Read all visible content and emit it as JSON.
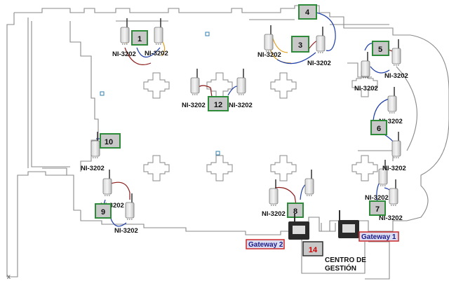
{
  "device_model": "NI-3202",
  "nodes": [
    {
      "id": "1",
      "label": "1"
    },
    {
      "id": "3",
      "label": "3"
    },
    {
      "id": "4",
      "label": "4"
    },
    {
      "id": "5",
      "label": "5"
    },
    {
      "id": "6",
      "label": "6"
    },
    {
      "id": "7",
      "label": "7"
    },
    {
      "id": "8",
      "label": "8"
    },
    {
      "id": "9",
      "label": "9"
    },
    {
      "id": "10",
      "label": "10"
    },
    {
      "id": "12",
      "label": "12"
    },
    {
      "id": "14",
      "label": "14"
    }
  ],
  "gateways": {
    "gateway1": "Gateway 1",
    "gateway2": "Gateway 2"
  },
  "center": {
    "line1": "CENTRO DE",
    "line2": "GESTIÓN"
  },
  "corner_mark": "x",
  "colors": {
    "node_border": "#2e8b3a",
    "node_fill": "#c8c8c8",
    "cable_blue": "#1f3fa8",
    "cable_red": "#8b1a1a",
    "cable_orange": "#e0a020",
    "gateway_border": "#cc2a2a",
    "gateway_fill": "#dcdcf0",
    "wall": "#8a8a8a",
    "center_red": "#d00000"
  }
}
